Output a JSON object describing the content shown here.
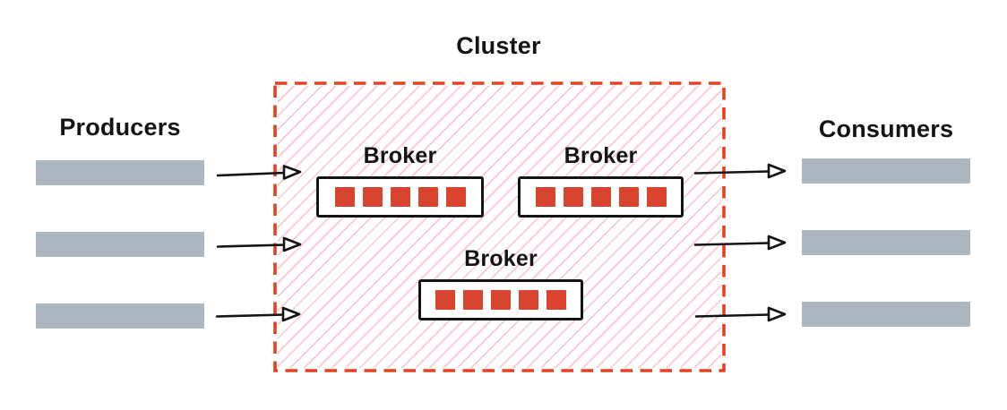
{
  "diagram": {
    "left_group": {
      "label": "Producers",
      "count": 3
    },
    "right_group": {
      "label": "Consumers",
      "count": 3
    },
    "cluster": {
      "label": "Cluster",
      "brokers": [
        {
          "label": "Broker",
          "partitions": 5
        },
        {
          "label": "Broker",
          "partitions": 5
        },
        {
          "label": "Broker",
          "partitions": 5
        }
      ]
    },
    "colors": {
      "partition_red": "#d8442f",
      "cluster_border_red": "#e5411f",
      "hatch_pink": "#f7c9d2",
      "bar_gray": "#adb7c1",
      "ink": "#141414"
    }
  }
}
